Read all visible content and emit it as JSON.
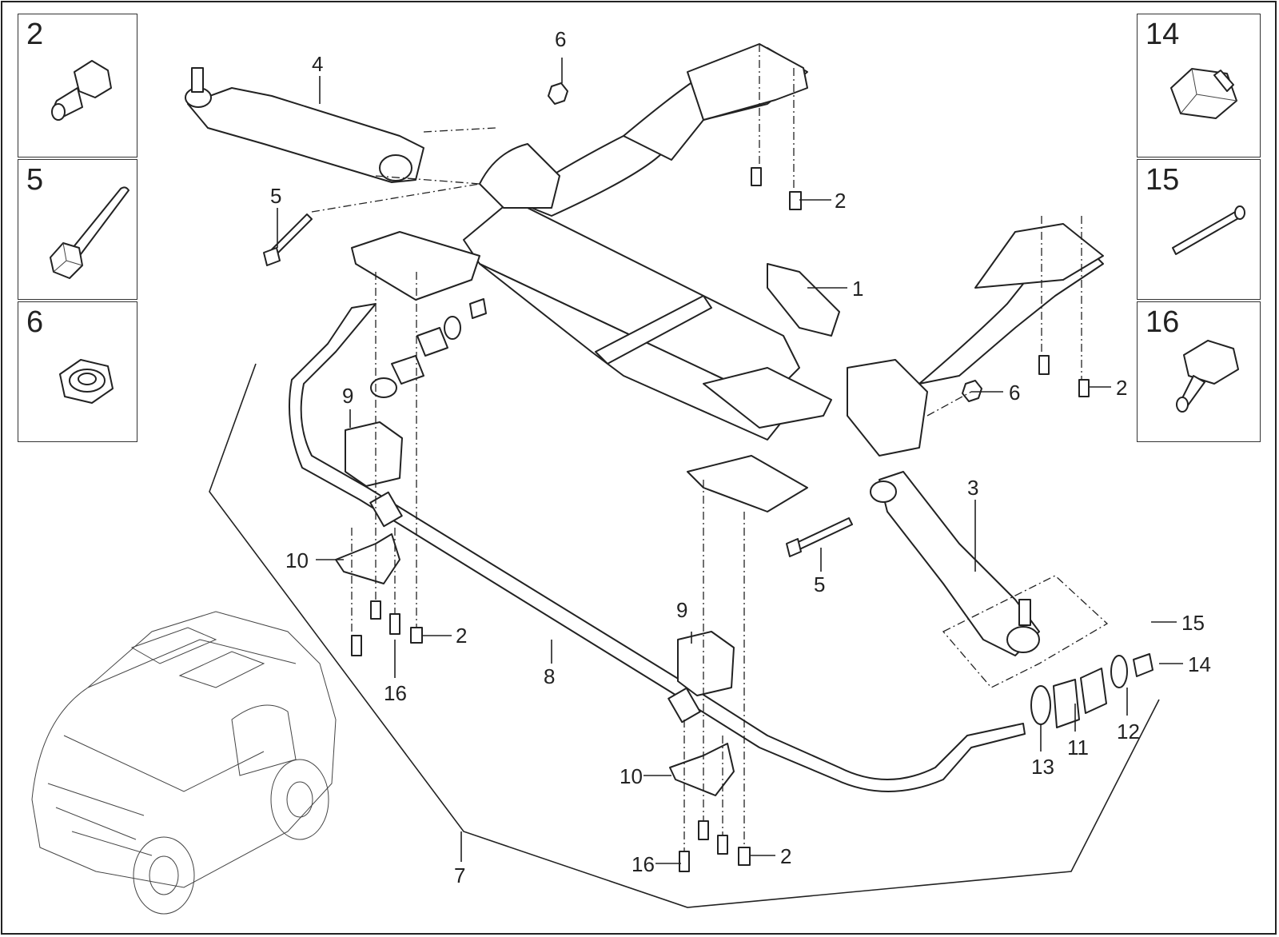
{
  "detail_boxes_left": [
    {
      "number": "2",
      "icon": "flange-bolt-icon"
    },
    {
      "number": "5",
      "icon": "long-bolt-icon"
    },
    {
      "number": "6",
      "icon": "flange-nut-icon"
    }
  ],
  "detail_boxes_right": [
    {
      "number": "14",
      "icon": "castle-nut-icon"
    },
    {
      "number": "15",
      "icon": "cotter-pin-icon"
    },
    {
      "number": "16",
      "icon": "hex-bolt-icon"
    }
  ],
  "callouts": {
    "c1": "1",
    "c2a": "2",
    "c2b": "2",
    "c2c": "2",
    "c2d": "2",
    "c3": "3",
    "c4": "4",
    "c5a": "5",
    "c5b": "5",
    "c6a": "6",
    "c6b": "6",
    "c7": "7",
    "c8": "8",
    "c9a": "9",
    "c9b": "9",
    "c10a": "10",
    "c10b": "10",
    "c11": "11",
    "c12": "12",
    "c13": "13",
    "c14": "14",
    "c15": "15",
    "c16a": "16",
    "c16b": "16"
  },
  "icons": {
    "subframe": "front-subframe-icon",
    "stabilizer": "stabilizer-bar-icon",
    "control_arm_left": "control-arm-icon",
    "control_arm_right": "control-arm-icon",
    "car": "vehicle-locator-icon"
  }
}
